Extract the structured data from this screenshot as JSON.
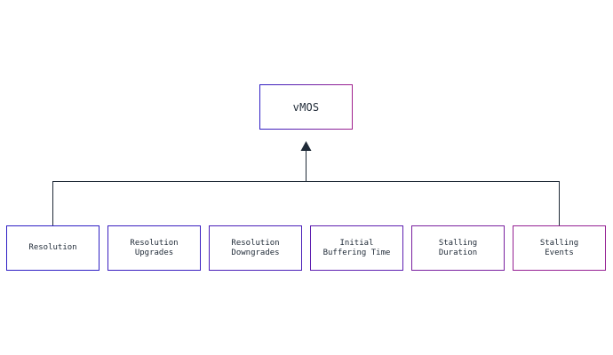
{
  "diagram": {
    "root": {
      "label": "vMOS",
      "border_gradient": [
        "#2f1fc4",
        "#a0208e"
      ]
    },
    "children": [
      {
        "label": "Resolution",
        "border_color": "#2f1fc4"
      },
      {
        "label": "Resolution\nUpgrades",
        "border_color": "#3a1fc0"
      },
      {
        "label": "Resolution\nDowngrades",
        "border_color": "#4a1fb8"
      },
      {
        "label": "Initial\nBuffering Time",
        "border_color": "#5e1fb0"
      },
      {
        "label": "Stalling\nDuration",
        "border_color": "#7a209f"
      },
      {
        "label": "Stalling\nEvents",
        "border_color": "#952093"
      }
    ],
    "connector_color": "#1f2a37"
  }
}
